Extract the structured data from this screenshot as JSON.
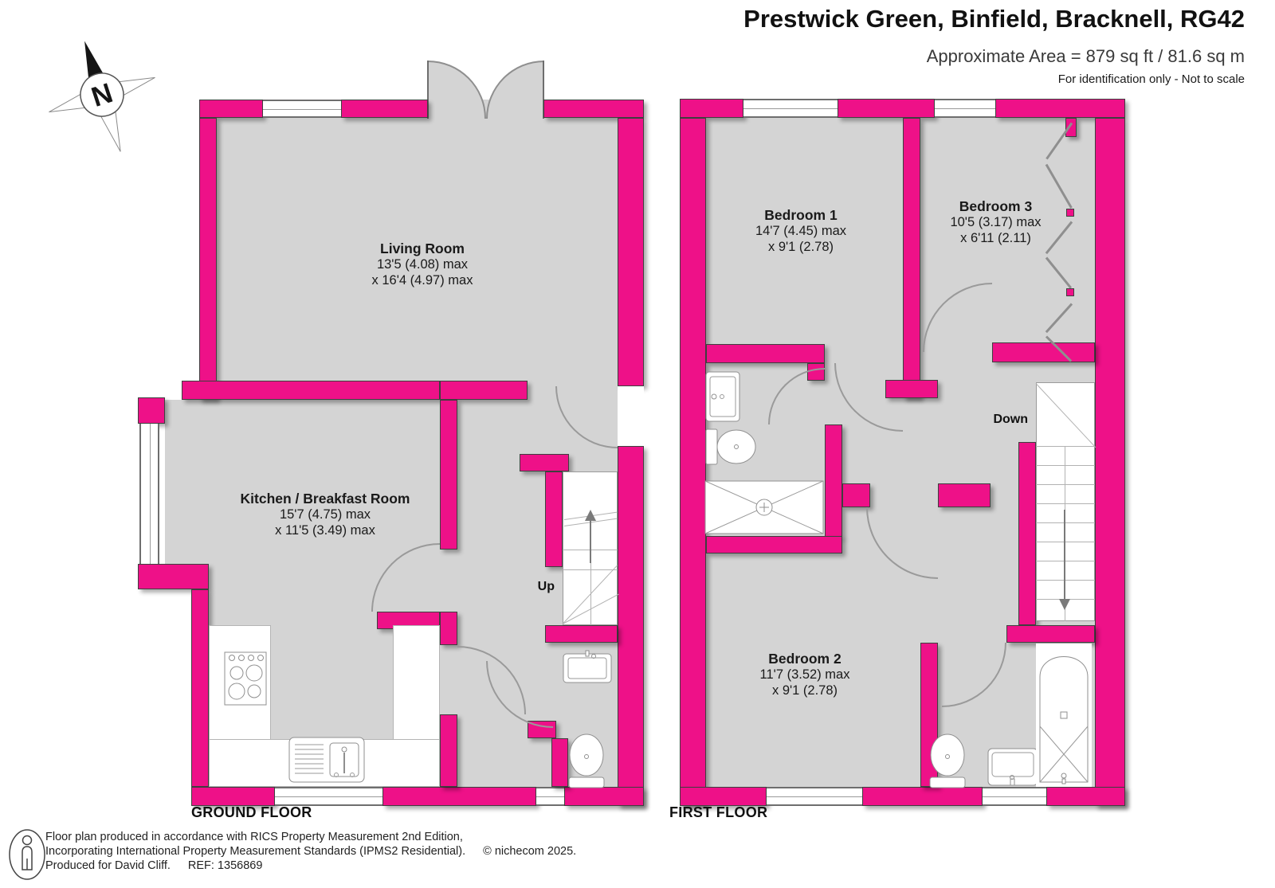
{
  "header": {
    "title": "Prestwick Green, Binfield, Bracknell, RG42",
    "area": "Approximate Area = 879 sq ft / 81.6 sq m",
    "disclaimer": "For identification only - Not to scale"
  },
  "compass": {
    "north_label": "N"
  },
  "ground_floor": {
    "label": "GROUND FLOOR",
    "living_room": {
      "name": "Living Room",
      "dims_line1": "13'5 (4.08) max",
      "dims_line2": "x 16'4 (4.97) max"
    },
    "kitchen": {
      "name": "Kitchen / Breakfast Room",
      "dims_line1": "15'7 (4.75) max",
      "dims_line2": "x 11'5 (3.49) max"
    },
    "stairs_label": "Up"
  },
  "first_floor": {
    "label": "FIRST FLOOR",
    "bedroom1": {
      "name": "Bedroom 1",
      "dims_line1": "14'7 (4.45) max",
      "dims_line2": "x 9'1 (2.78)"
    },
    "bedroom2": {
      "name": "Bedroom 2",
      "dims_line1": "11'7 (3.52) max",
      "dims_line2": "x 9'1 (2.78)"
    },
    "bedroom3": {
      "name": "Bedroom 3",
      "dims_line1": "10'5 (3.17) max",
      "dims_line2": "x 6'11 (2.11)"
    },
    "stairs_label": "Down"
  },
  "footer": {
    "line1": "Floor plan produced in accordance with RICS Property Measurement 2nd Edition,",
    "line2": "Incorporating International Property Measurement Standards (IPMS2 Residential).",
    "copyright": "© nichecom 2025.",
    "line3": "Produced for David Cliff.",
    "ref": "REF: 1356869"
  },
  "colors": {
    "wall_pink": "#ee1188",
    "floor_gray": "#d4d4d4"
  }
}
